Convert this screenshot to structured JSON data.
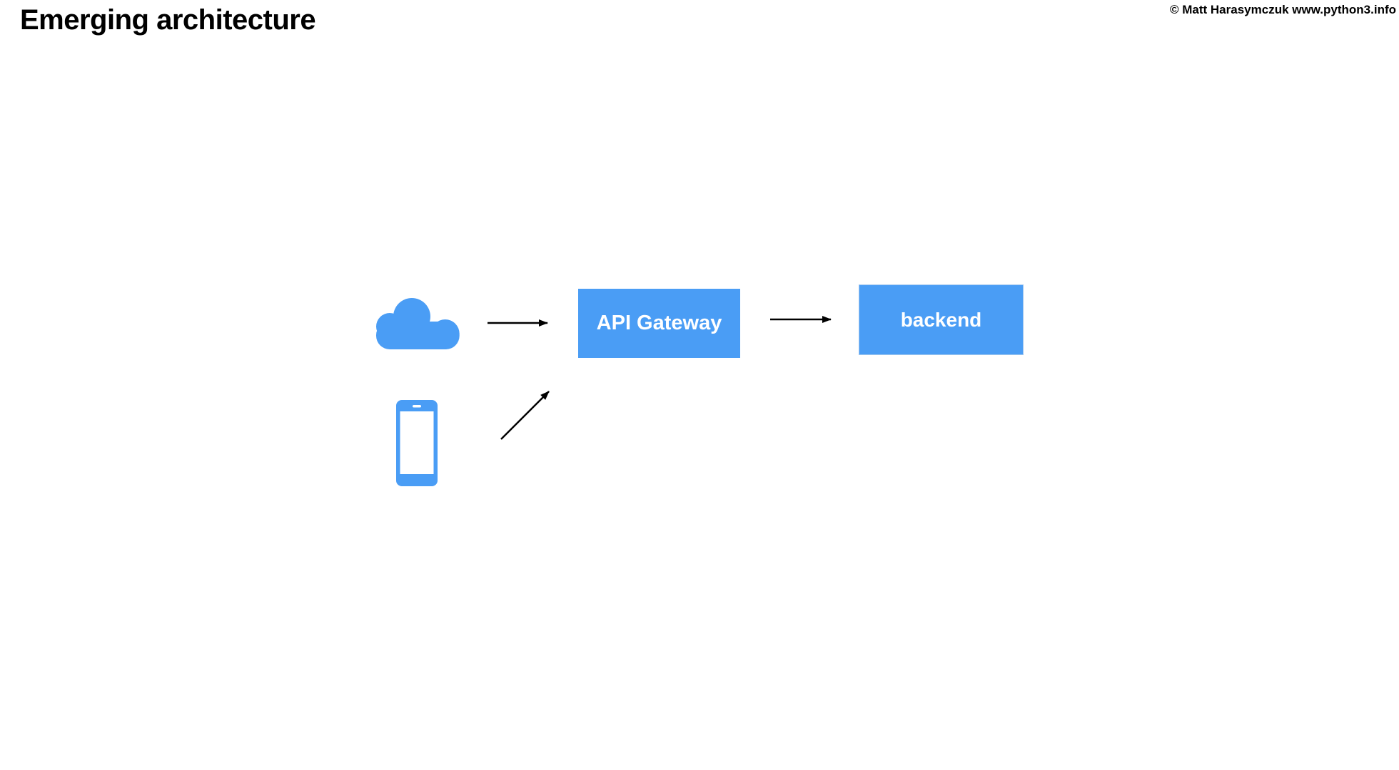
{
  "slide": {
    "title": "Emerging architecture",
    "copyright": "© Matt Harasymczuk www.python3.info"
  },
  "diagram": {
    "type": "flow",
    "nodes": [
      {
        "id": "cloud",
        "shape": "cloud-icon"
      },
      {
        "id": "mobile",
        "shape": "phone-icon"
      },
      {
        "id": "api_gateway",
        "shape": "rect",
        "label": "API Gateway"
      },
      {
        "id": "backend",
        "shape": "rect",
        "label": "backend"
      }
    ],
    "edges": [
      {
        "from": "cloud",
        "to": "api_gateway"
      },
      {
        "from": "mobile",
        "to": "api_gateway"
      },
      {
        "from": "api_gateway",
        "to": "backend"
      }
    ],
    "colors": {
      "node_fill": "#4A9DF5",
      "node_text": "#FFFFFF",
      "arrow": "#000000",
      "title_text": "#000000"
    }
  }
}
